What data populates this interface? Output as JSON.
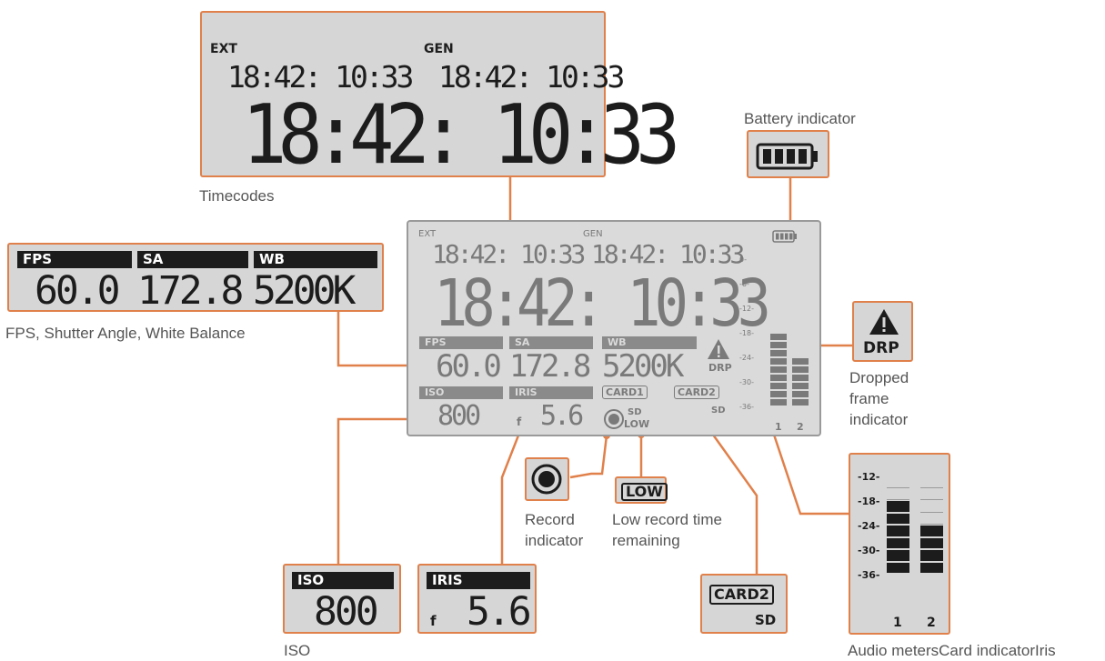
{
  "timecodes_callout": {
    "ext_label": "EXT",
    "gen_label": "GEN",
    "ext_tc": "18:42: 10:33",
    "gen_tc": "18:42: 10:33",
    "big_tc": "18:42: 10:33",
    "caption": "Timecodes"
  },
  "battery_callout": {
    "caption": "Battery indicator"
  },
  "fps_callout": {
    "fps_label": "FPS",
    "sa_label": "SA",
    "wb_label": "WB",
    "fps_value": "60.0",
    "sa_value": "172.8",
    "wb_value": "5200K",
    "caption": "FPS, Shutter Angle, White Balance"
  },
  "main_lcd": {
    "ext_label": "EXT",
    "gen_label": "GEN",
    "ext_tc": "18:42: 10:33",
    "gen_tc": "18:42: 10:33",
    "big_tc": "18:42: 10:33",
    "fps_label": "FPS",
    "sa_label": "SA",
    "wb_label": "WB",
    "fps_value": "60.0",
    "sa_value": "172.8",
    "wb_value": "5200K",
    "drp_label": "DRP",
    "iso_label": "ISO",
    "iris_label": "IRIS",
    "iso_value": "800",
    "iris_prefix": "f",
    "iris_value": "5.6",
    "card1_label": "CARD1",
    "card2_label": "CARD2",
    "card1_media": "SD",
    "card2_media": "SD",
    "low_label": "LOW",
    "meter_scale": [
      "0",
      "-6",
      "-12",
      "-18",
      "-24",
      "-30",
      "-36"
    ],
    "channel_1": "1",
    "channel_2": "2",
    "meter_levels": {
      "channel_1": "-18",
      "channel_2": "-24"
    }
  },
  "drp_callout": {
    "label": "DRP",
    "caption": "Dropped frame indicator"
  },
  "audio_callout": {
    "scale": [
      "-12",
      "-18",
      "-24",
      "-30",
      "-36"
    ],
    "channel_1": "1",
    "channel_2": "2",
    "levels": {
      "channel_1": "-18",
      "channel_2": "-24"
    }
  },
  "record_callout": {
    "caption": "Record indicator"
  },
  "low_callout": {
    "label": "LOW",
    "caption": "Low record time remaining"
  },
  "iso_callout": {
    "label": "ISO",
    "value": "800",
    "caption": "ISO"
  },
  "iris_callout": {
    "label": "IRIS",
    "prefix": "f",
    "value": "5.6"
  },
  "card_callout": {
    "label": "CARD2",
    "media": "SD"
  },
  "bottom_caption": "Audio metersCard indicatorIris",
  "colors": {
    "accent": "#e0804a",
    "lcd": "#d6d6d6",
    "segment_dark": "#1c1c1c",
    "segment_dim": "#7a7a7a"
  }
}
